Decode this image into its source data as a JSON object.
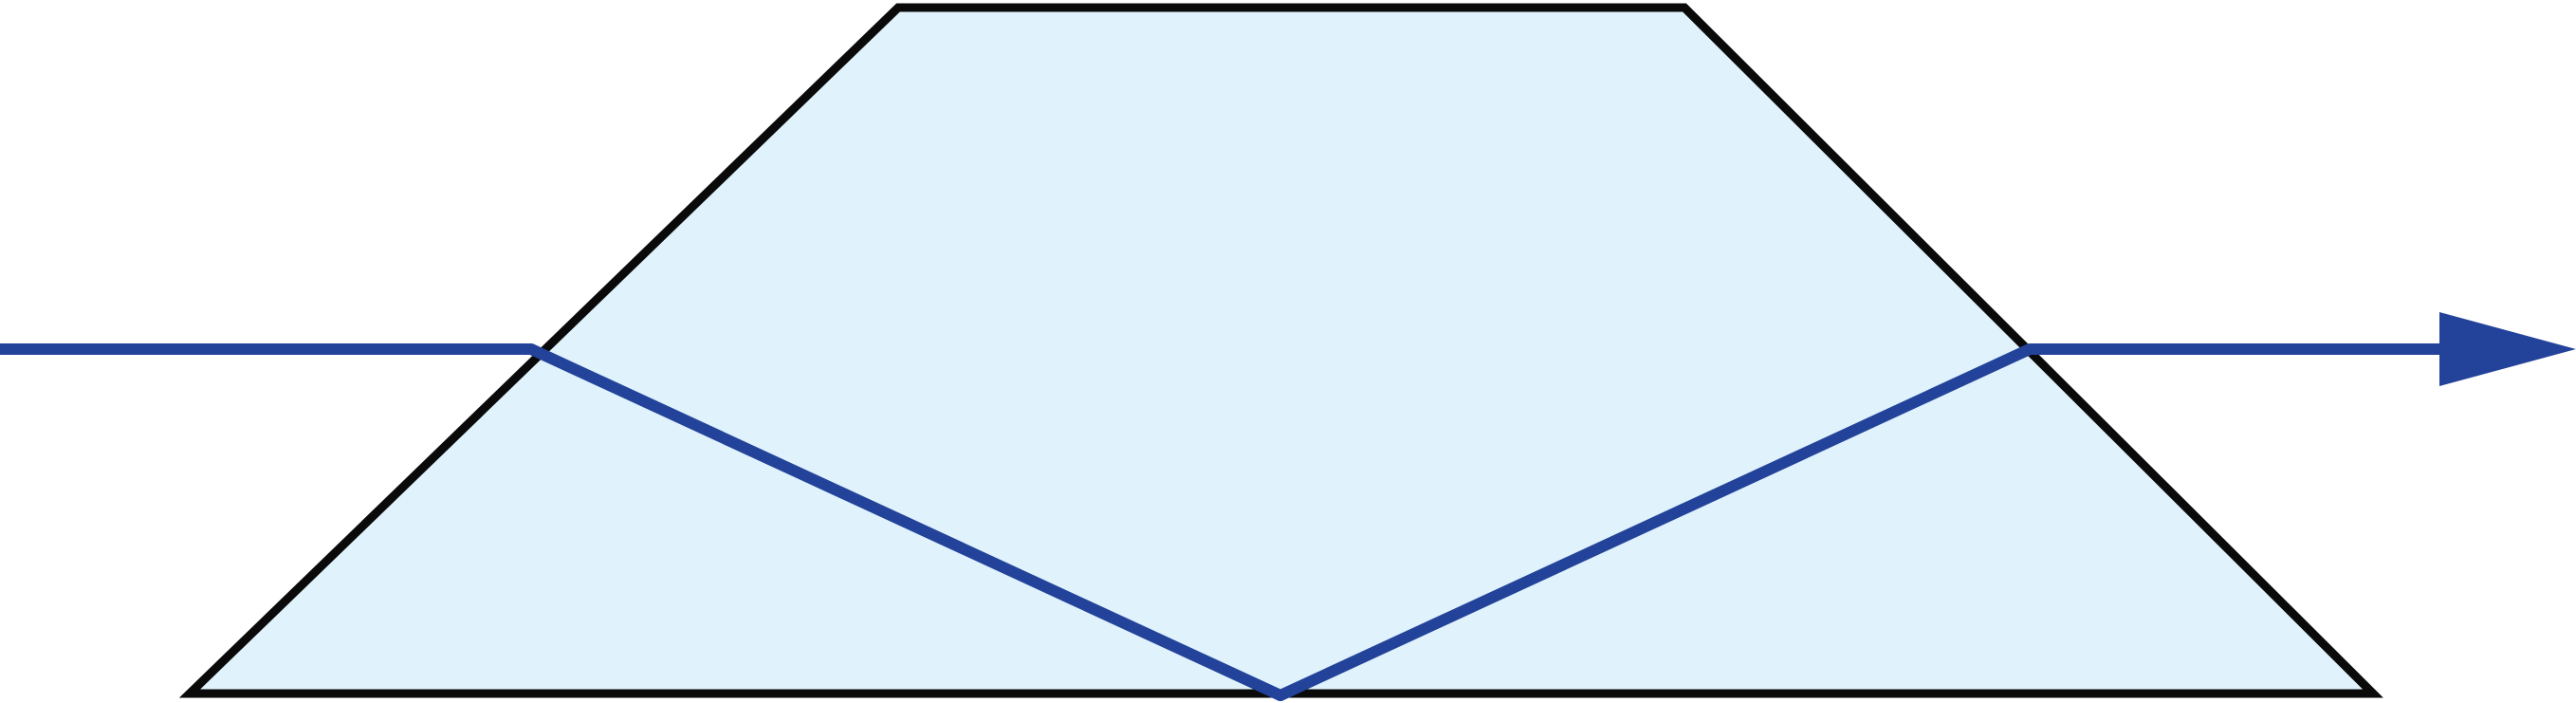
{
  "diagram": {
    "type": "dove-prism-ray-path",
    "colors": {
      "prism_fill": "#e0f3fc",
      "prism_stroke": "#0a0a0a",
      "ray": "#23439b",
      "background": "#ffffff"
    },
    "shapes": [
      {
        "name": "prism-body",
        "kind": "trapezoid"
      },
      {
        "name": "incoming-ray",
        "kind": "segment"
      },
      {
        "name": "refracted-ray-down",
        "kind": "segment"
      },
      {
        "name": "reflected-ray-up",
        "kind": "segment"
      },
      {
        "name": "outgoing-ray",
        "kind": "arrow"
      }
    ]
  }
}
